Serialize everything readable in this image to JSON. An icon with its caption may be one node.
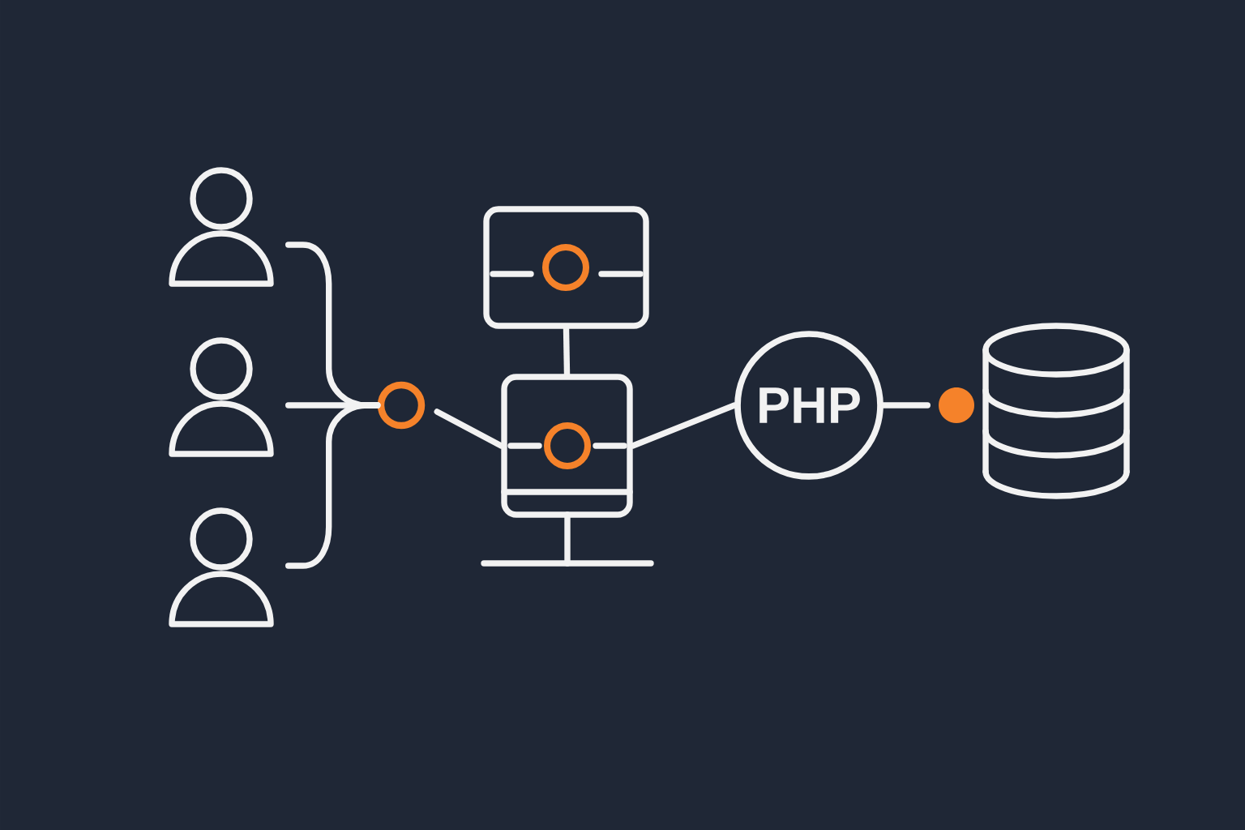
{
  "diagram": {
    "nodes": [
      {
        "text": [],
        "shape": "person"
      },
      {
        "text": [],
        "shape": "person"
      },
      {
        "text": [],
        "shape": "person"
      },
      {
        "text": [],
        "shape": "circle"
      },
      {
        "text": [],
        "shape": "box"
      },
      {
        "text": [],
        "shape": "box"
      },
      {
        "text": [
          "PHP"
        ]
      },
      {
        "text": [],
        "shape": "dot"
      },
      {
        "text": [],
        "shape": "cylinder"
      }
    ],
    "edges": [
      {
        "from": 0,
        "to": 3,
        "arrow": "none"
      },
      {
        "from": 1,
        "to": 3,
        "arrow": "none"
      },
      {
        "from": 2,
        "to": 3,
        "arrow": "none"
      },
      {
        "from": 3,
        "to": 5,
        "arrow": "none"
      },
      {
        "from": 4,
        "to": 5,
        "arrow": "none"
      },
      {
        "from": 5,
        "to": 6,
        "arrow": "none"
      },
      {
        "from": 6,
        "to": 7,
        "arrow": "none"
      }
    ]
  }
}
